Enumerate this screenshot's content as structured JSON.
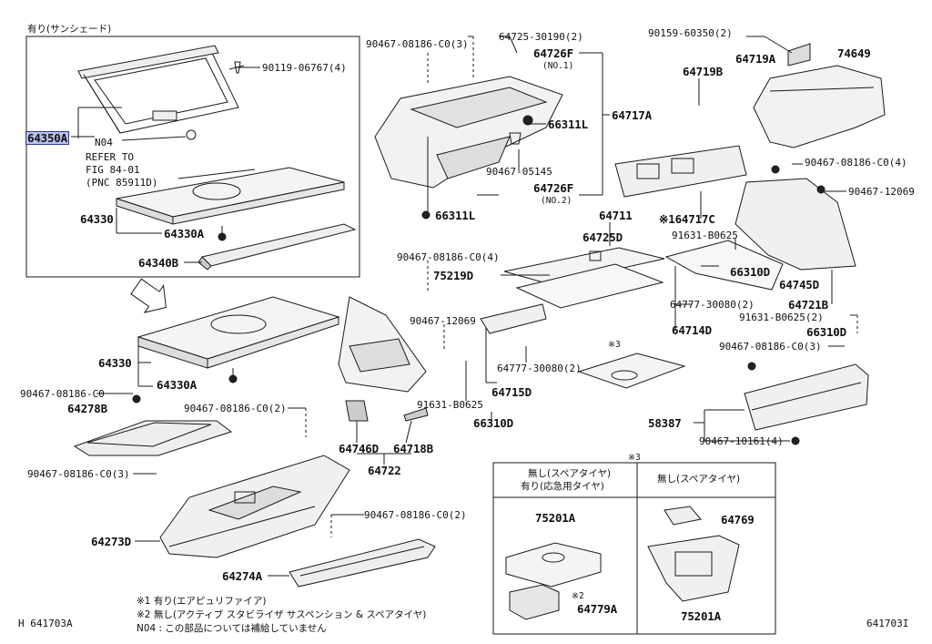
{
  "diagram": {
    "section_header": "有り(サンシェード)",
    "labels": {
      "p90119_06767": "90119-06767(4)",
      "p64350a": "64350A",
      "n04": "N04",
      "refer": "REFER TO",
      "fig": "FIG 84-01",
      "pnc": "(PNC 85911D)",
      "p64330_top": "64330",
      "p64330a_top": "64330A",
      "p64340b": "64340B",
      "p64330": "64330",
      "p64330a": "64330A",
      "p90467_c0": "90467-08186-C0",
      "p64278b": "64278B",
      "p90467_c0_3a": "90467-08186-C0(3)",
      "p64273d": "64273D",
      "p64274a": "64274A",
      "p90467_c0_2a": "90467-08186-C0(2)",
      "p90467_c0_2b": "90467-08186-C0(2)",
      "p64746d": "64746D",
      "p64718b": "64718B",
      "p64722": "64722",
      "p90467_c0_3b": "90467-08186-C0(3)",
      "p64725_30190": "64725-30190(2)",
      "p64726f_1": "64726F",
      "no1": "(NO.1)",
      "p64717a": "64717A",
      "p66311l_1": "66311L",
      "p90467_05145": "90467-05145",
      "p64726f_2": "64726F",
      "no2": "(NO.2)",
      "p66311l_2": "66311L",
      "p90467_c0_4a": "90467-08186-C0(4)",
      "p75219d": "75219D",
      "p64711": "64711",
      "p64725d": "64725D",
      "p90467_12069a": "90467-12069",
      "p64777_30080a": "64777-30080(2)",
      "p64715d": "64715D",
      "p91631_b0625a": "91631-B0625",
      "p66310d_1": "66310D",
      "note3_marker": "※3",
      "p90159_60350": "90159-60350(2)",
      "p74649": "74649",
      "p64719b": "64719B",
      "p64719a": "64719A",
      "p90467_c0_4b": "90467-08186-C0(4)",
      "p90467_12069b": "90467-12069",
      "p164717c": "※164717C",
      "p91631_b0625b": "91631-B0625",
      "p66310d_2": "66310D",
      "p64745d": "64745D",
      "p64777_30080b": "64777-30080(2)",
      "p64721b": "64721B",
      "p64714d": "64714D",
      "p91631_b0625c": "91631-B0625(2)",
      "p66310d_3": "66310D",
      "p90467_c0_3c": "90467-08186-C0(3)",
      "p58387": "58387",
      "p90467_10161": "90467-10161(4)"
    },
    "table": {
      "marker": "※3",
      "col1_header_line1": "無し(スペアタイヤ)",
      "col1_header_line2": "有り(応急用タイヤ)",
      "col2_header": "無し(スペアタイヤ)",
      "p75201a_1": "75201A",
      "p64779a": "64779A",
      "note2_marker": "※2",
      "p64769": "64769",
      "p75201a_2": "75201A"
    },
    "notes": {
      "n1": "※1  有り(エアピュリファイア)",
      "n2": "※2  無し(アクティブ スタビライザ サスペンション & スペアタイヤ)",
      "n3": "N04 : この部品については補給していません"
    },
    "footer": {
      "left_code": "H 641703A",
      "right_code": "641703I"
    },
    "colors": {
      "highlight_fill": "#b9c2ee",
      "highlight_border": "#2a3aa0",
      "line": "#111111"
    }
  }
}
